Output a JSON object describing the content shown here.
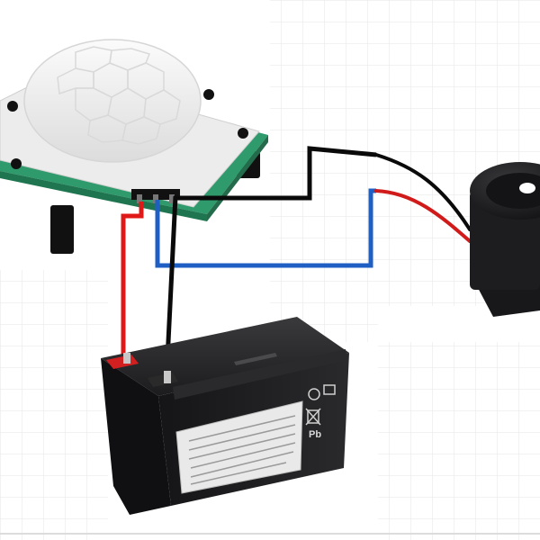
{
  "components": {
    "pir_sensor": {
      "kind": "PIR motion sensor module"
    },
    "buzzer": {
      "kind": "piezo buzzer"
    },
    "battery": {
      "kind": "sealed lead-acid battery",
      "label_chemistry": "Pb",
      "terminal_positive_color": "#d21f1f",
      "terminal_negative_color": "#2a2a2a"
    }
  },
  "wires": [
    {
      "id": "battery-positive-to-pir",
      "color": "#e01818"
    },
    {
      "id": "battery-negative-to-pir",
      "color": "#0a0a0a"
    },
    {
      "id": "pir-ground-to-buzzer",
      "color": "#0a0a0a"
    },
    {
      "id": "pir-output-to-buzzer",
      "color": "#1f5fc4"
    }
  ],
  "colors": {
    "grid": "#e4e4e4",
    "pcb": "#2f9a6b",
    "lens": "#f2f2f2",
    "battery_body": "#1b1b1d",
    "buzzer_body": "#1d1d1f"
  }
}
